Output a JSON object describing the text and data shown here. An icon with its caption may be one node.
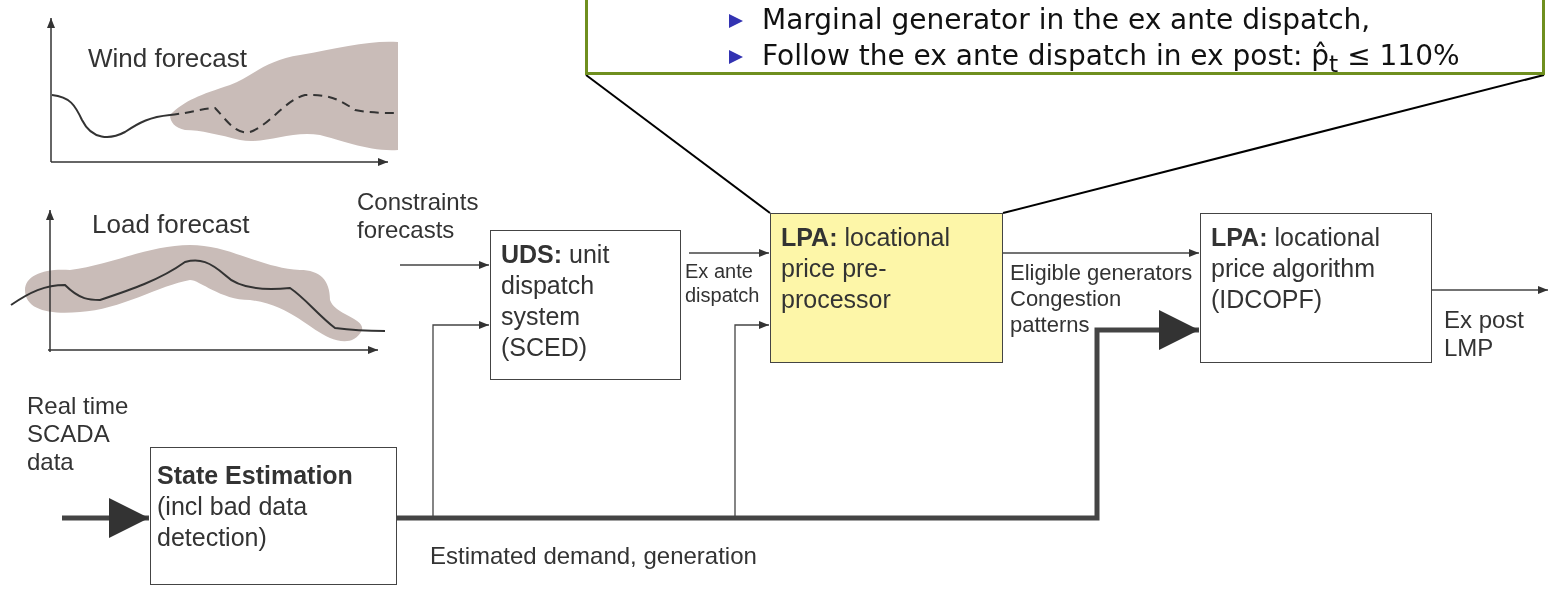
{
  "diagram": {
    "nodes": [
      {
        "text": [
          "Marginal generator in the ex ante dispatch,",
          "Follow the ex ante dispatch in ex post: p̂$_{t}$ ≤ 110%"
        ]
      },
      {
        "text": [
          "**UDS:** unit dispatch system (SCED)"
        ]
      },
      {
        "text": [
          "**LPA:** locational price pre-processor"
        ]
      },
      {
        "text": [
          "**LPA:** locational price algorithm (IDCOPF)"
        ]
      },
      {
        "text": [
          "State Estimation",
          "(incl bad data detection)"
        ]
      }
    ],
    "edges": [
      {
        "from": null,
        "to": 1,
        "arrow": "to",
        "label": "Constraints forecasts"
      },
      {
        "from": 4,
        "to": 1,
        "arrow": "to"
      },
      {
        "from": 4,
        "to": 2,
        "arrow": "to"
      },
      {
        "from": 4,
        "to": 3,
        "arrow": "to",
        "style": "thick",
        "label": "Estimated demand, generation"
      },
      {
        "from": 1,
        "to": 2,
        "arrow": "to",
        "label": "Ex ante dispatch"
      },
      {
        "from": 2,
        "to": 3,
        "arrow": "to",
        "label": "Eligible generators Congestion patterns"
      },
      {
        "from": 3,
        "to": null,
        "arrow": "to",
        "label": "Ex post LMP"
      },
      {
        "from": null,
        "to": 4,
        "arrow": "to",
        "style": "thick",
        "label": "Real time SCADA data"
      },
      {
        "from": 0,
        "to": 2,
        "arrow": "none"
      },
      {
        "from": 0,
        "to": 2,
        "arrow": "none"
      }
    ],
    "labels": [
      "Wind forecast",
      "Load forecast"
    ]
  }
}
